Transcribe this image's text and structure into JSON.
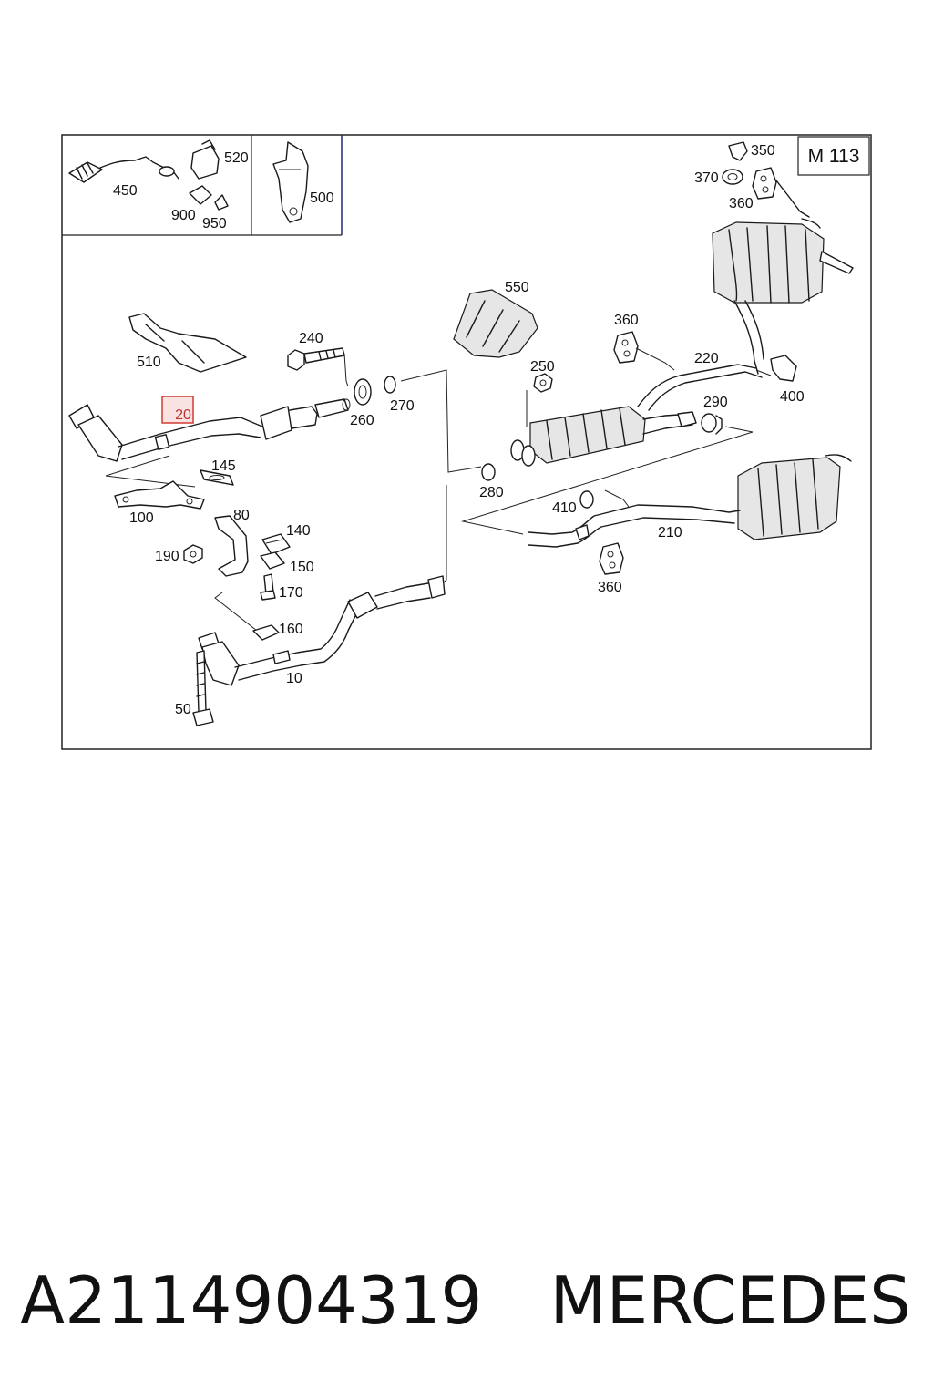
{
  "diagram": {
    "engine_code": "M 113",
    "highlighted_part": "20",
    "parts": [
      "450",
      "520",
      "900",
      "950",
      "500",
      "350",
      "370",
      "360",
      "510",
      "240",
      "550",
      "360",
      "220",
      "400",
      "250",
      "260",
      "270",
      "290",
      "280",
      "145",
      "100",
      "80",
      "140",
      "410",
      "210",
      "190",
      "150",
      "170",
      "360",
      "160",
      "10",
      "50"
    ]
  },
  "footer": {
    "part_number": "A2114904319",
    "brand": "MERCEDES"
  }
}
